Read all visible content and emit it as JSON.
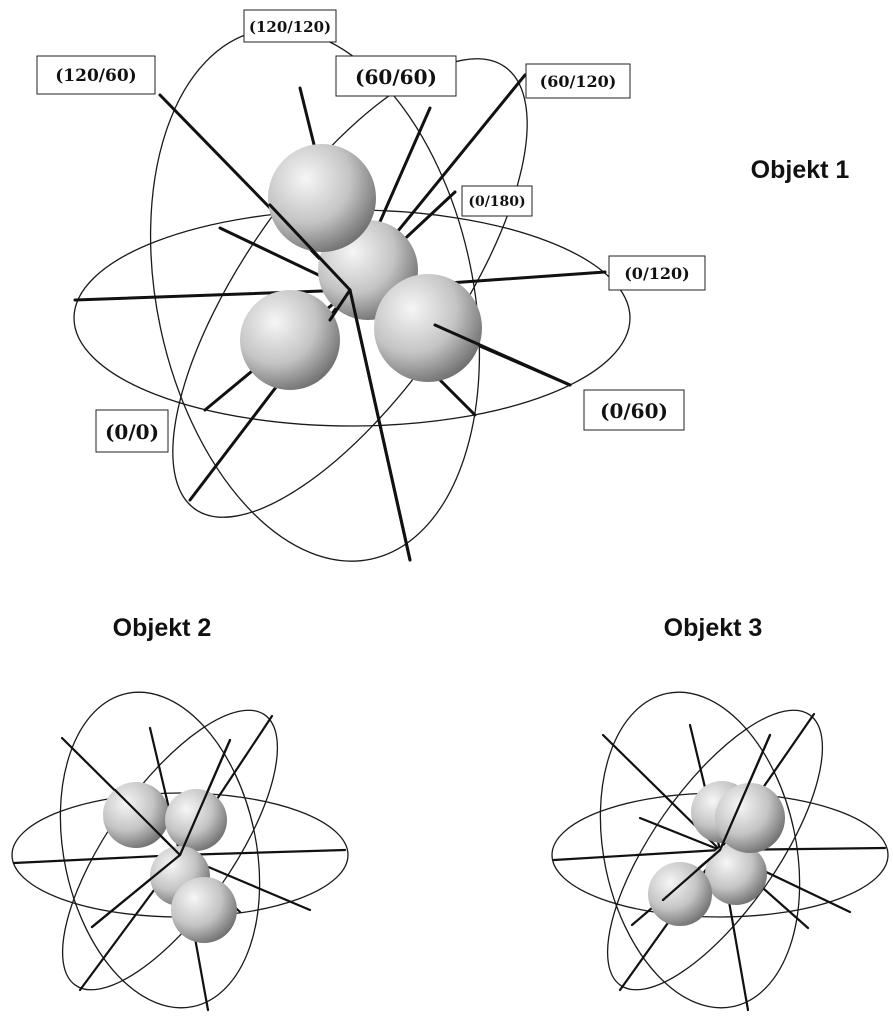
{
  "objects": [
    {
      "title": "Objekt 1"
    },
    {
      "title": "Objekt 2"
    },
    {
      "title": "Objekt 3"
    }
  ],
  "labels": [
    {
      "text": "(120/120)"
    },
    {
      "text": "(120/60)"
    },
    {
      "text": "(60/60)"
    },
    {
      "text": "(60/120)"
    },
    {
      "text": "(0/180)"
    },
    {
      "text": "(0/120)"
    },
    {
      "text": "(0/60)"
    },
    {
      "text": "(0/0)"
    }
  ],
  "colors": {
    "sphere_light": "#f4f4f4",
    "sphere_mid": "#bdbdbd",
    "sphere_dark": "#6e6e6e",
    "line": "#111111"
  }
}
